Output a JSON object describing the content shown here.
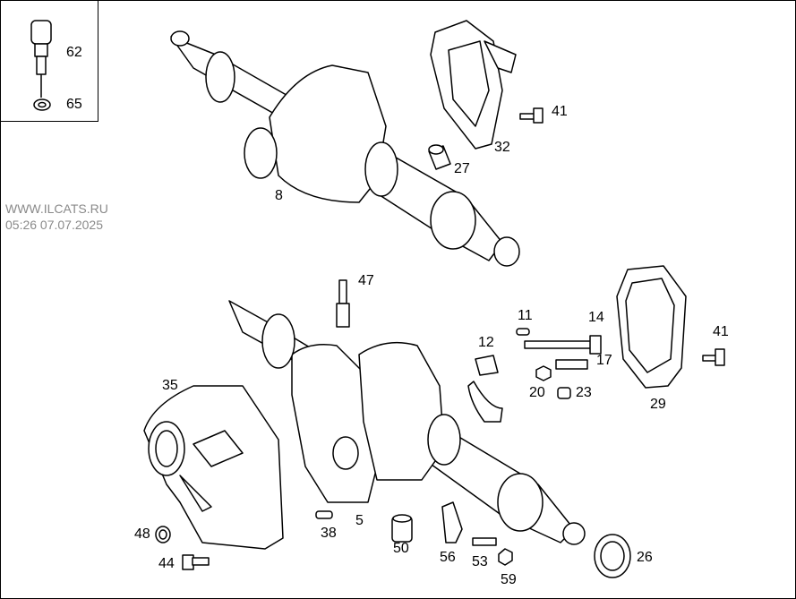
{
  "watermark": {
    "site": "WWW.ILCATS.RU",
    "timestamp": "05:26 07.07.2025"
  },
  "callouts": [
    "62",
    "65",
    "41",
    "32",
    "27",
    "8",
    "47",
    "11",
    "14",
    "12",
    "41",
    "17",
    "20",
    "23",
    "29",
    "35",
    "48",
    "5",
    "38",
    "50",
    "56",
    "53",
    "59",
    "26",
    "44"
  ]
}
